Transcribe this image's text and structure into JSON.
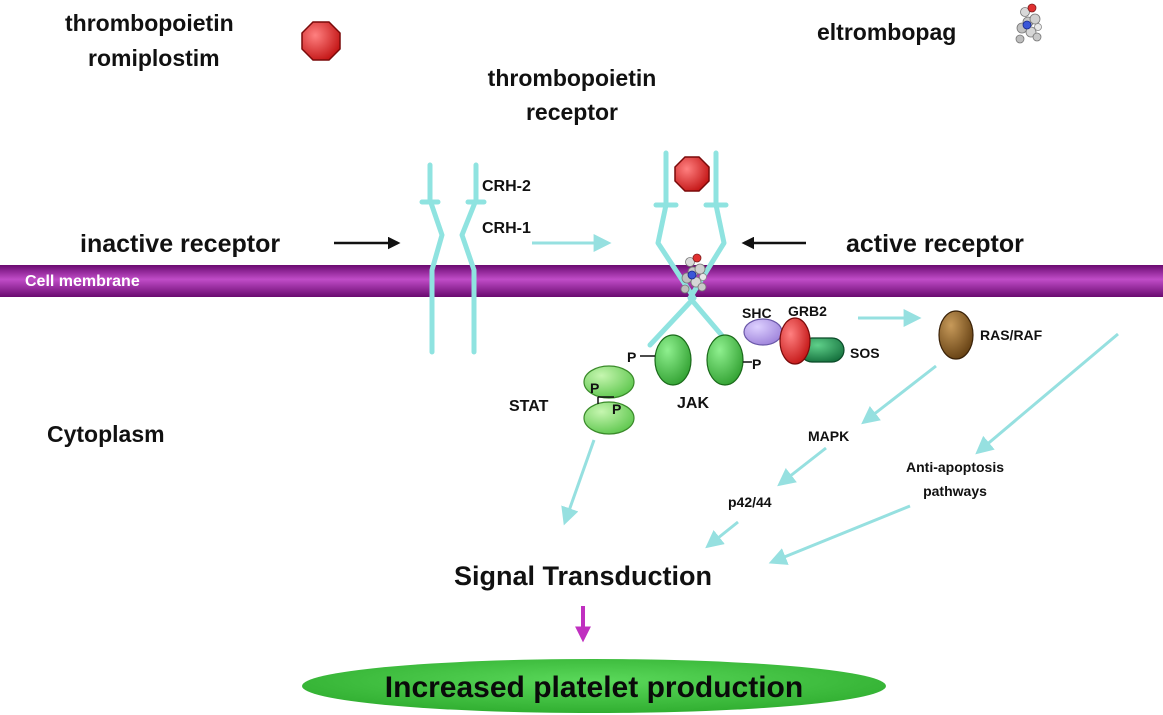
{
  "legend": {
    "ligand_label_line1": "thrombopoietin",
    "ligand_label_line2": "romiplostim",
    "drug_label": "eltrombopag"
  },
  "receptor_title": {
    "line1": "thrombopoietin",
    "line2": "receptor"
  },
  "domains": {
    "crh2": "CRH-2",
    "crh1": "CRH-1"
  },
  "states": {
    "inactive": "inactive receptor",
    "active": "active receptor"
  },
  "membrane_label": "Cell membrane",
  "compartment_label": "Cytoplasm",
  "proteins": {
    "shc": "SHC",
    "grb2": "GRB2",
    "sos": "SOS",
    "rasraf": "RAS/RAF",
    "jak": "JAK",
    "stat": "STAT",
    "mapk": "MAPK",
    "p4244": "p42/44",
    "antiapop_line1": "Anti-apoptosis",
    "antiapop_line2": "pathways",
    "phospho": "P"
  },
  "signal_label": "Signal Transduction",
  "outcome_label": "Increased platelet production",
  "colors": {
    "receptor": "#8fe3e0",
    "arrow_cyan": "#96e0e0",
    "membrane": "#a020a8",
    "membrane_dark": "#6a0a70",
    "ligand": "#e8282c",
    "jak": "#4cc44c",
    "stat": "#8ee07a",
    "shc": "#b49ee8",
    "grb2": "#e02828",
    "sos": "#1e8a50",
    "rasraf": "#8a5a1e",
    "outcome": "#3ec83e",
    "arrow_magenta": "#c030c0"
  }
}
